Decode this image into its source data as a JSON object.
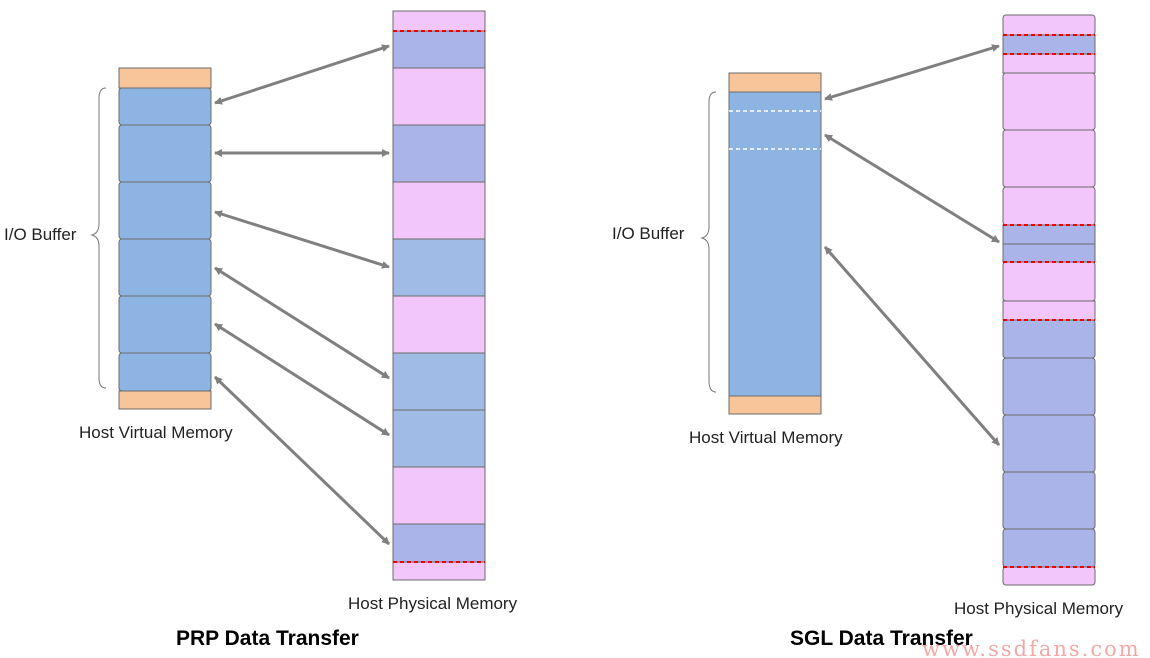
{
  "prp": {
    "title": "PRP Data Transfer",
    "virtual_label": "Host Virtual Memory",
    "physical_label": "Host Physical Memory",
    "buffer_label": "I/O Buffer"
  },
  "sgl": {
    "title": "SGL Data Transfer",
    "virtual_label": "Host Virtual Memory",
    "physical_label": "Host Physical Memory",
    "buffer_label": "I/O Buffer"
  },
  "watermark": "www.ssdfans.com",
  "colors": {
    "buffer_blue": "#8eb4e3",
    "page_lavender": "#aab4e8",
    "page_light_blue": "#a0bce6",
    "free_pink": "#f2c5fb",
    "edge_orange": "#f8c49a",
    "dashed_red": "#ee0000",
    "arrow_gray": "#808080"
  }
}
